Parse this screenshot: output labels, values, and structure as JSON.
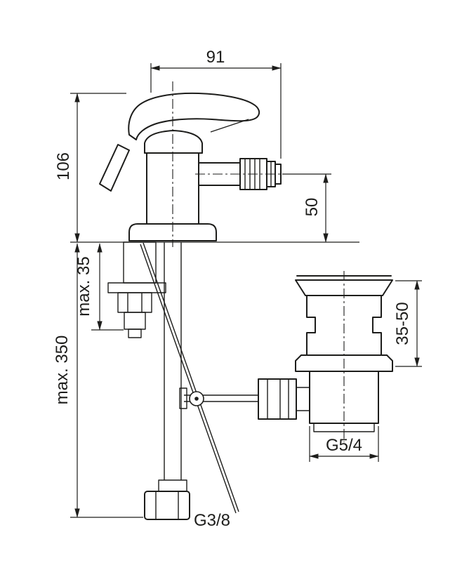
{
  "document": {
    "background": "#ffffff",
    "line_color": "#1d1d1b",
    "type": "plumbing-fixture-technical-drawing"
  },
  "drawing": {
    "dimensions": {
      "spout_projection": "91",
      "body_height": "106",
      "spout_height": "50",
      "max_mounting_thickness": "max. 35",
      "max_hose_length": "max. 350",
      "waste_height_range": "35-50",
      "waste_thread": "G5/4",
      "supply_thread": "G3/8"
    }
  }
}
